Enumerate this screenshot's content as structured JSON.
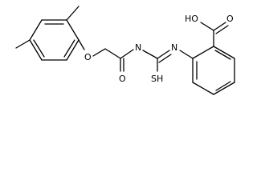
{
  "diagram": {
    "type": "chemical-structure",
    "atom_labels": {
      "o_ether": "O",
      "nh_amide": "N",
      "o_carbonyl": "O",
      "sh_thio": "SH",
      "n_imine": "N",
      "oh_acid": "HO",
      "o_acid": "O"
    }
  }
}
